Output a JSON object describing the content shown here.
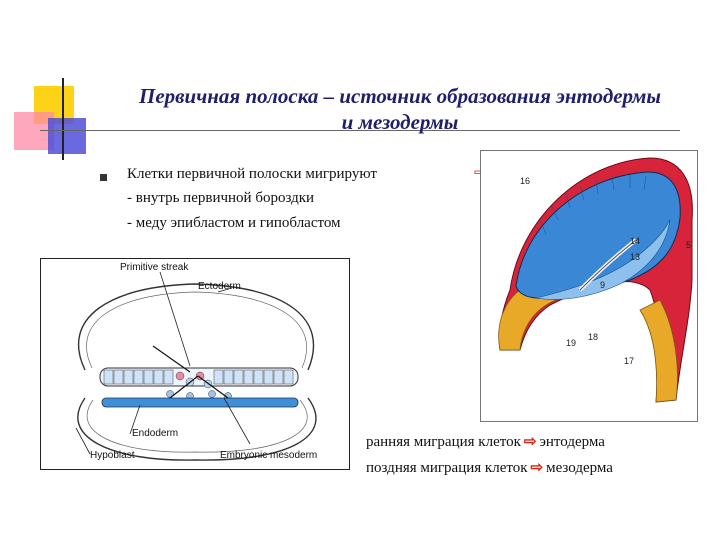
{
  "title": {
    "line1": "Первичная полоска – источник образования энтодермы",
    "line2": "и мезодермы"
  },
  "bullets": {
    "main": "Клетки первичной полоски мигрируют",
    "sub1": "- внутрь первичной бороздки",
    "sub2": "- меду эпибластом и гипобластом"
  },
  "diagram_left": {
    "labels": {
      "primitive_streak": "Primitive streak",
      "ectoderm": "Ectoderm",
      "endoderm": "Endoderm",
      "hypoblast": "Hypoblast",
      "embryonic_mesoderm": "Embryonic mesoderm"
    }
  },
  "diagram_right": {
    "numbers": [
      "16",
      "14",
      "13",
      "5",
      "9",
      "19",
      "18",
      "17"
    ]
  },
  "migration": {
    "early": {
      "text": "ранняя миграция клеток",
      "result": "энтодерма"
    },
    "late": {
      "text": "поздняя миграция клеток",
      "result": "мезодерма"
    },
    "arrow": "⇨"
  },
  "colors": {
    "title": "#1f1f6a",
    "accent_yellow": "#ffd21a",
    "accent_pink": "#ff8aa6",
    "accent_blue": "#5050d8",
    "arrow_red": "#dd2211",
    "model_blue": "#3a87d6",
    "model_red": "#d8243a",
    "model_yellow": "#e8a828"
  }
}
